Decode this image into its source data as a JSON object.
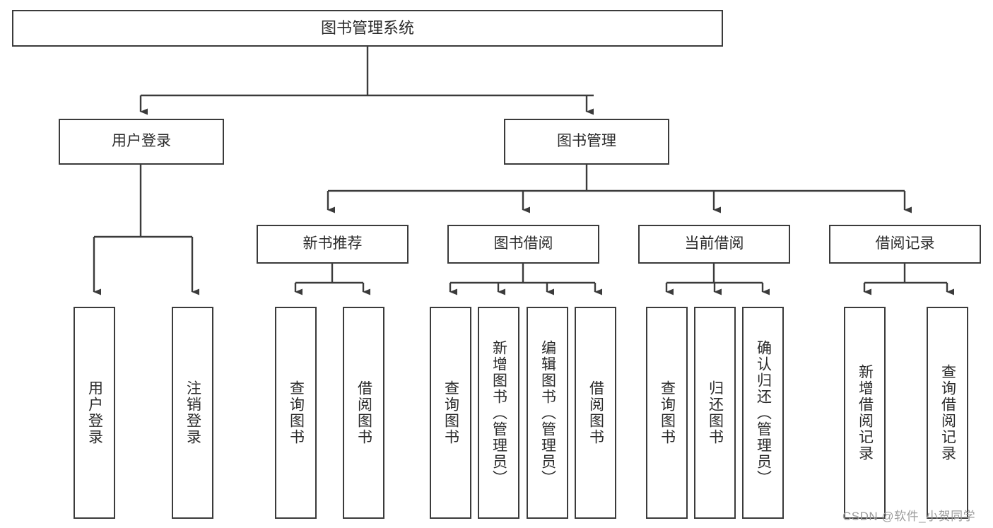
{
  "diagram": {
    "type": "tree-hierarchy",
    "title": "图书管理系统",
    "watermark": "CSDN @软件_小贺同学",
    "colors": {
      "stroke": "#3b3b3b",
      "text": "#2b2b2b",
      "background": "#ffffff",
      "watermark": "#9d9d9d"
    },
    "nodes": {
      "root": {
        "label": "图书管理系统"
      },
      "level2": [
        {
          "label": "用户登录"
        },
        {
          "label": "图书管理"
        }
      ],
      "level3": [
        {
          "label": "新书推荐"
        },
        {
          "label": "图书借阅"
        },
        {
          "label": "当前借阅"
        },
        {
          "label": "借阅记录"
        }
      ],
      "leaves_user_login": [
        {
          "label": "用户登录"
        },
        {
          "label": "注销登录"
        }
      ],
      "leaves_new_book": [
        {
          "label": "查询图书"
        },
        {
          "label": "借阅图书"
        }
      ],
      "leaves_borrow": [
        {
          "label": "查询图书"
        },
        {
          "label": "新增图书（管理员）"
        },
        {
          "label": "编辑图书（管理员）"
        },
        {
          "label": "借阅图书"
        }
      ],
      "leaves_current": [
        {
          "label": "查询图书"
        },
        {
          "label": "归还图书"
        },
        {
          "label": "确认归还（管理员）"
        }
      ],
      "leaves_records": [
        {
          "label": "新增借阅记录"
        },
        {
          "label": "查询借阅记录"
        }
      ]
    }
  }
}
